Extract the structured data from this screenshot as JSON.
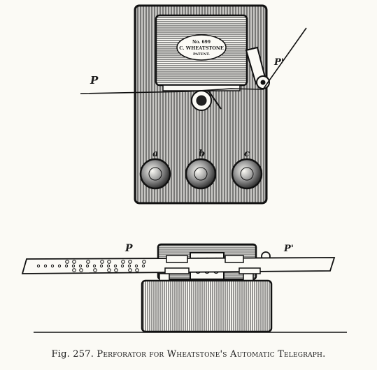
{
  "plate": {
    "line1": "No. 699",
    "line2": "C. WHEATSTONE",
    "line3": "PATENT."
  },
  "labels": {
    "top_left_tape": "P",
    "top_right_tape": "P'",
    "knob_a": "a",
    "knob_b": "b",
    "knob_c": "c",
    "side_left_tape": "P",
    "side_right_tape": "P'"
  },
  "caption": {
    "fig": "Fig. 257.",
    "title": "Perforator for Wheatstone's Automatic Telegraph."
  }
}
